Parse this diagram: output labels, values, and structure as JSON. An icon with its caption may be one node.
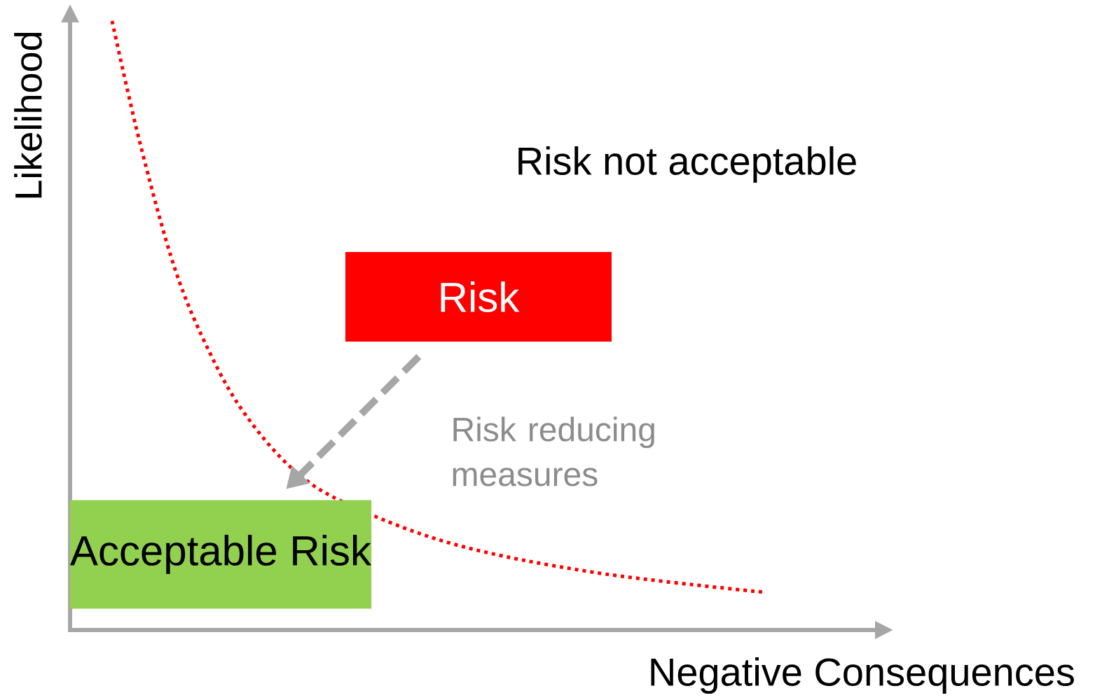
{
  "diagram": {
    "nodes": [
      {
        "text": [
          "Risk"
        ]
      },
      {
        "text": [
          "Acceptable Risk"
        ]
      }
    ],
    "edges": [
      {
        "from": 0,
        "to": 1,
        "arrow": "to",
        "style": "dashed",
        "color": "#a6a6a6",
        "label": "Risk reducing measures"
      }
    ],
    "labels": [
      "Likelihood",
      "Risk not acceptable",
      "Negative Consequences"
    ]
  }
}
